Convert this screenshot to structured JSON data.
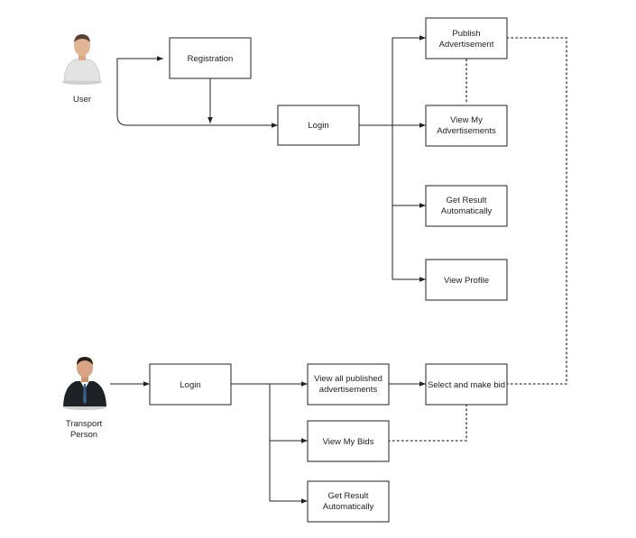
{
  "actors": {
    "user": {
      "label": "User",
      "icon": "person-casual-icon"
    },
    "transport": {
      "label_lines": [
        "Transport",
        "Person"
      ],
      "icon": "person-business-icon"
    }
  },
  "boxes": {
    "registration": {
      "lines": [
        "Registration"
      ]
    },
    "user_login": {
      "lines": [
        "Login"
      ]
    },
    "publish_ad": {
      "lines": [
        "Publish",
        "Advertisement"
      ]
    },
    "view_my_ads": {
      "lines": [
        "View My",
        "Advertisements"
      ]
    },
    "user_get_result": {
      "lines": [
        "Get Result",
        "Automatically"
      ]
    },
    "view_profile": {
      "lines": [
        "View Profile"
      ]
    },
    "transport_login": {
      "lines": [
        "Login"
      ]
    },
    "view_all_published": {
      "lines": [
        "View all published",
        "advertisements"
      ]
    },
    "select_make_bid": {
      "lines": [
        "Select and make bid"
      ]
    },
    "view_my_bids": {
      "lines": [
        "View My Bids"
      ]
    },
    "transport_get_result": {
      "lines": [
        "Get Result",
        "Automatically"
      ]
    }
  },
  "colors": {
    "stroke": "#222222",
    "box_fill": "#ffffff",
    "dotted": "#555555"
  }
}
